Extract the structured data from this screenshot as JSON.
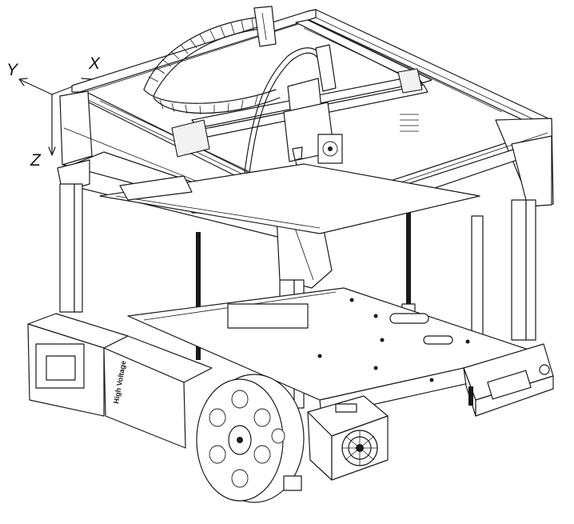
{
  "axes": {
    "x_label": "X",
    "y_label": "Y",
    "z_label": "Z"
  },
  "power_supply": {
    "label": "High Voltage"
  },
  "icons": {
    "printer": "3d-printer-frame-drawing",
    "spool": "filament-spool",
    "extruder": "extruder-motor",
    "display": "lcd-controller"
  },
  "colors": {
    "line": "#1a1a1a",
    "background": "#ffffff"
  }
}
